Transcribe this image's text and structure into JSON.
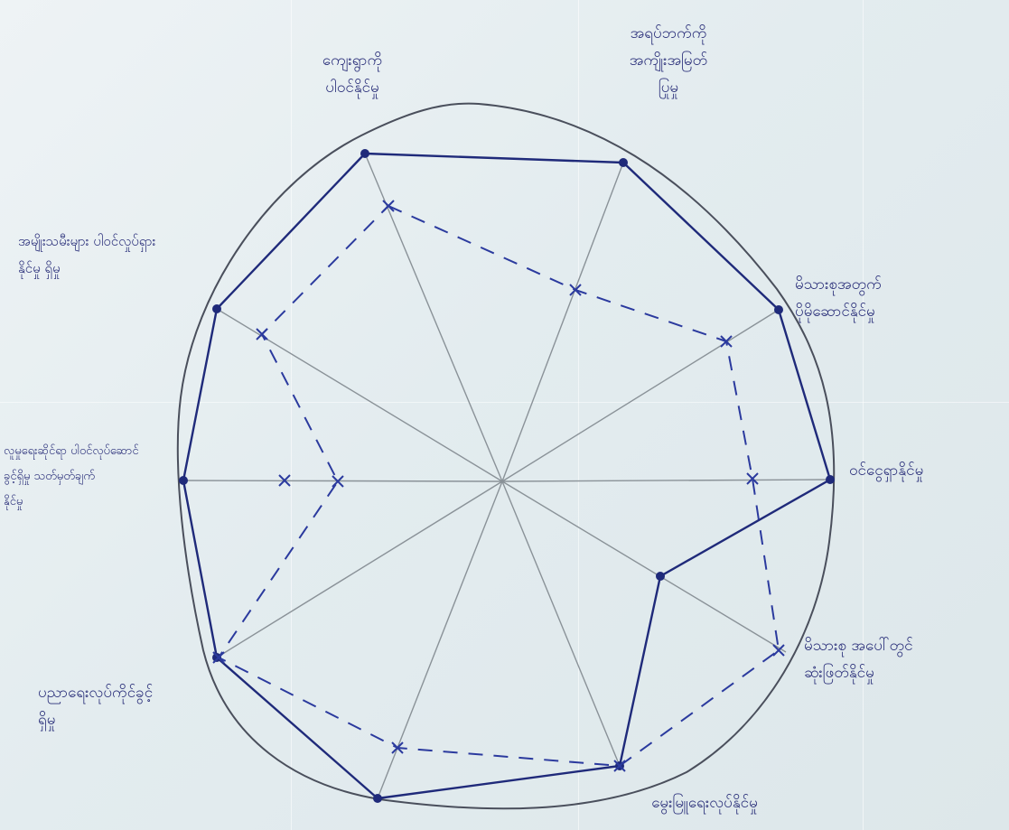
{
  "title": "",
  "labels": {
    "top_left": {
      "lines": [
        "ကျေးရွာကို",
        "ပါဝင်နိုင်မှု"
      ]
    },
    "top_right": {
      "lines": [
        "အရပ်ဘက်ကို",
        "အကျိုးအမြတ်",
        "ပြုမှု"
      ]
    },
    "right_upper": {
      "lines": [
        "မိသားစုအတွက်",
        "ပိုမိုဆောင်နိုင်မှု"
      ]
    },
    "right": {
      "lines": [
        "ဝင်ငွေရှာနိုင်မှု"
      ]
    },
    "right_lower": {
      "lines": [
        "မိသားစု အပေါ်တွင်",
        "ဆုံးဖြတ်နိုင်မှု"
      ]
    },
    "bottom": {
      "lines": [
        "မွေးမြူရေးလုပ်နိုင်မှု"
      ]
    },
    "bottom_left": {
      "lines": [
        "ပညာရေးလုပ်ကိုင်ခွင့်",
        "ရှိမှု"
      ]
    },
    "left": {
      "lines": [
        "လူမှုရေးဆိုင်ရာ ပါဝင်လုပ်ဆောင်",
        "ခွင့်ရှိမှု သတ်မှတ်ချက်",
        "နိုင်မှု"
      ]
    },
    "upper_left": {
      "lines": [
        "အမျိုးသမီးများ ပါဝင်လှုပ်ရှား",
        "နိုင်မှု ရှိမှု"
      ]
    }
  },
  "colors": {
    "ink": "#1f2a7a",
    "dashed_ink": "#2b3a9e",
    "pencil": "#8a9298",
    "outline": "#4a4f5c"
  }
}
